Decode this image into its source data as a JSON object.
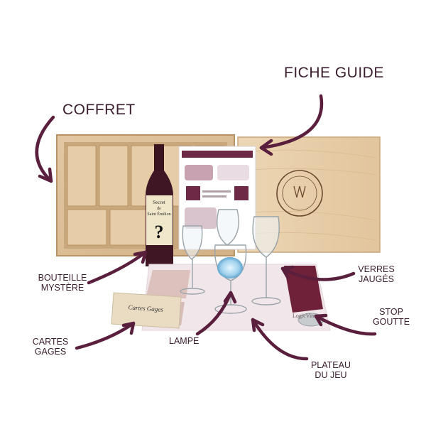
{
  "labels": {
    "coffret": "COFFRET",
    "fiche_guide": "FICHE GUIDE",
    "bouteille_line1": "BOUTEILLE",
    "bouteille_line2": "MYSTÈRE",
    "verres_line1": "VERRES",
    "verres_line2": "JAUGÉS",
    "stop_line1": "STOP",
    "stop_line2": "GOUTTE",
    "cartes_line1": "CARTES",
    "cartes_line2": "GAGES",
    "lampe": "LAMPE",
    "plateau_line1": "PLATEAU",
    "plateau_line2": "DU JEU"
  },
  "product_text": {
    "wine_label_line1": "Secret",
    "wine_label_line2": "de",
    "wine_label_line3": "Saint Émilion",
    "wine_label_mark": "?",
    "card_title": "Cartes Gages",
    "brand": "LogicVine"
  },
  "colors": {
    "accent": "#5a1f3c",
    "label_text": "#3a1d2e",
    "wood": "#dcc09a"
  }
}
